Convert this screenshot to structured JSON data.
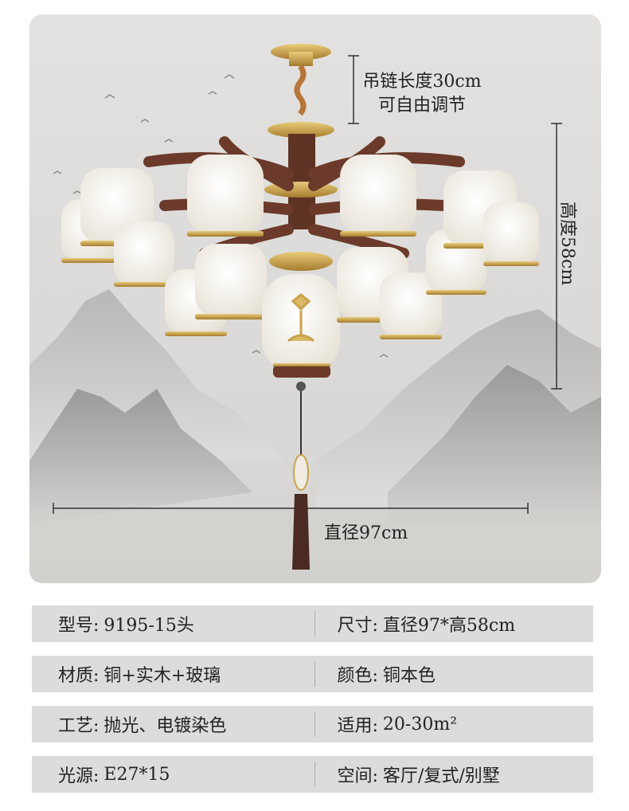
{
  "dimensions": {
    "chain_line1": "吊链长度30cm",
    "chain_line2": "可自由调节",
    "height": "高度58cm",
    "width": "直径97cm"
  },
  "specs": [
    {
      "left_key": "型号:",
      "left_value": "9195-15头",
      "right_key": "尺寸:",
      "right_value": "直径97*高58cm"
    },
    {
      "left_key": "材质:",
      "left_value": "铜+实木+玻璃",
      "right_key": "颜色:",
      "right_value": "铜本色"
    },
    {
      "left_key": "工艺:",
      "left_value": "抛光、电镀染色",
      "right_key": "适用:",
      "right_value": "20-30m²"
    },
    {
      "left_key": "光源:",
      "left_value": "E27*15",
      "right_key": "空间:",
      "right_value": "客厅/复式/别墅"
    }
  ],
  "colors": {
    "gold": "#c9a24a",
    "wood": "#6b3a2a",
    "shade": "#f4f1ea",
    "row_bg": "#dcdcdc"
  }
}
